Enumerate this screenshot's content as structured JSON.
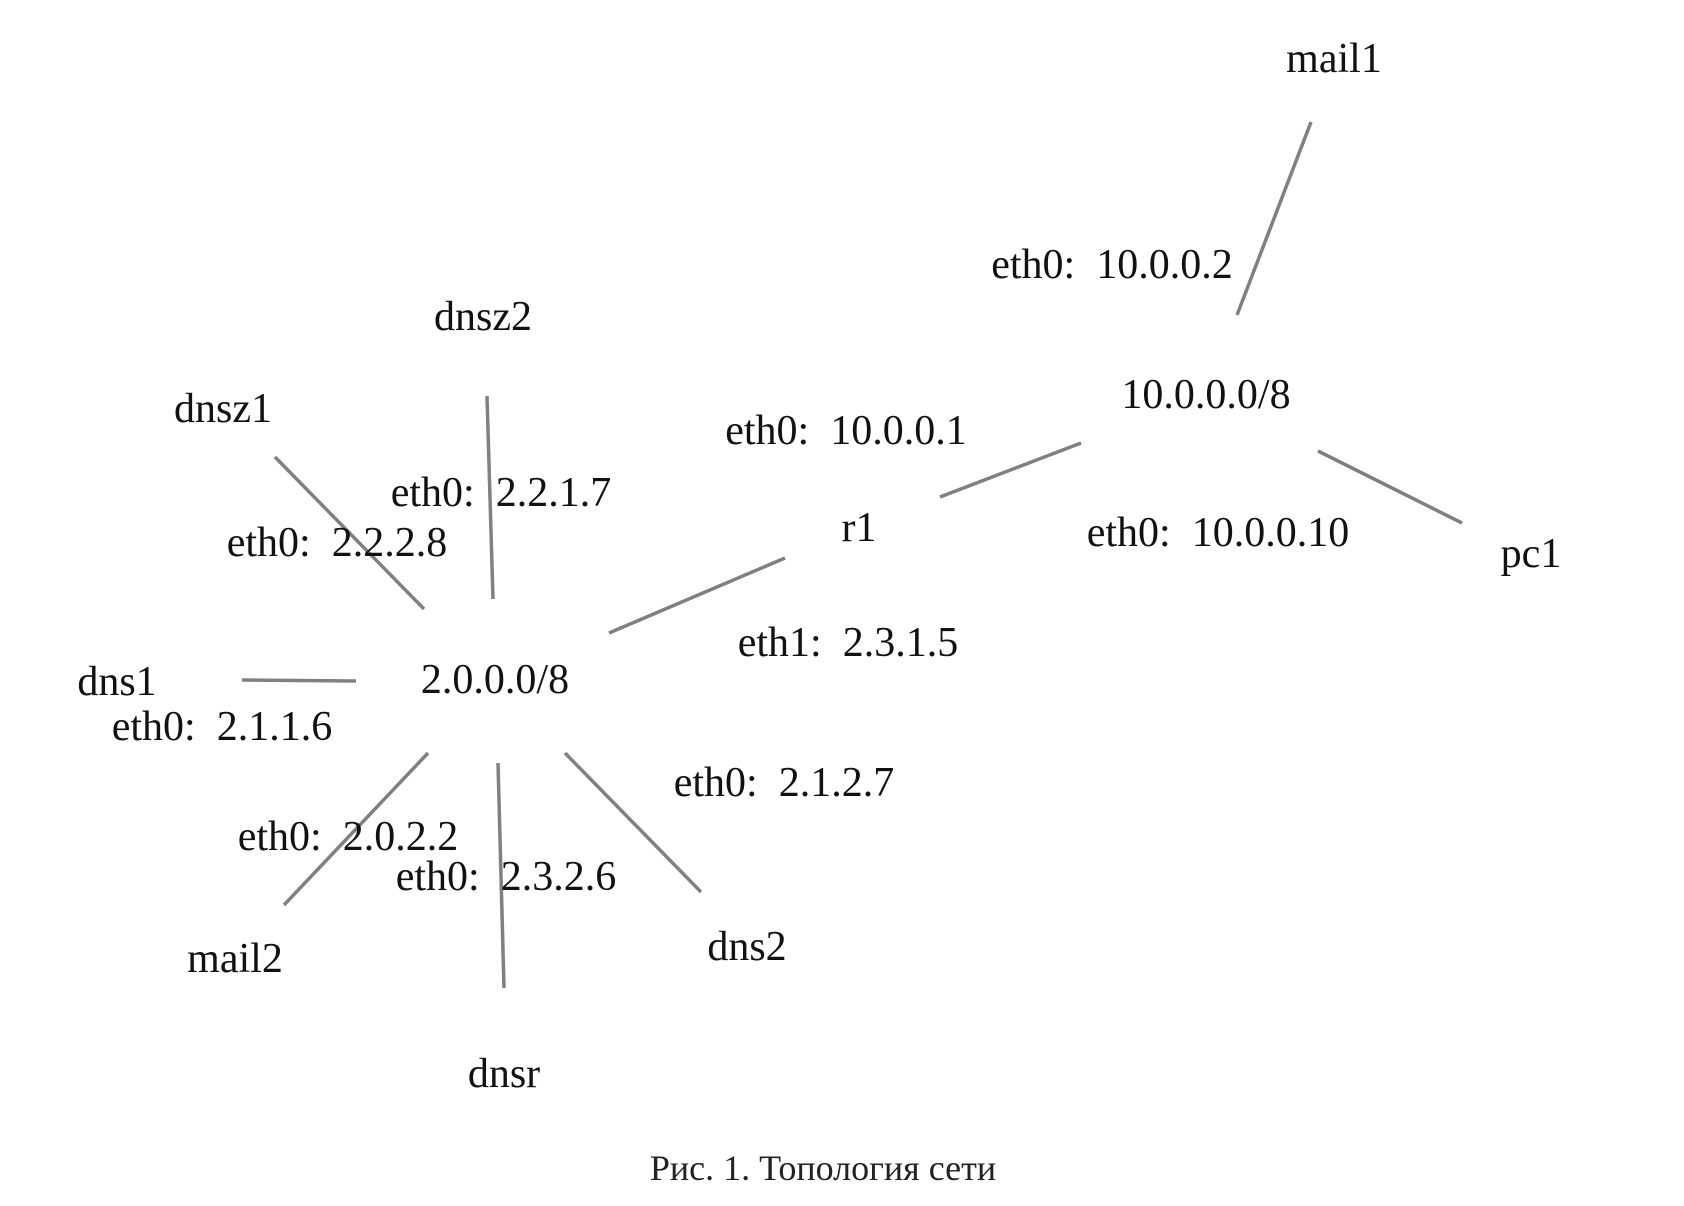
{
  "diagram": {
    "caption": "Рис. 1. Топология сети",
    "link_color": "#808080",
    "nodes": {
      "mail1": "mail1",
      "net10": "10.0.0.0/8",
      "pc1": "pc1",
      "r1": "r1",
      "net2": "2.0.0.0/8",
      "dnsz2": "dnsz2",
      "dnsz1": "dnsz1",
      "dns1": "dns1",
      "mail2": "mail2",
      "dnsr": "dnsr",
      "dns2": "dns2"
    },
    "interfaces": {
      "mail1": "eth0:  10.0.0.2",
      "r1_eth0": "eth0:  10.0.0.1",
      "pc1": "eth0:  10.0.0.10",
      "r1_eth1": "eth1:  2.3.1.5",
      "dnsz2": "eth0:  2.2.1.7",
      "dnsz1": "eth0:  2.2.2.8",
      "dns1": "eth0:  2.1.1.6",
      "dns2": "eth0:  2.1.2.7",
      "mail2": "eth0:  2.0.2.2",
      "dnsr": "eth0:  2.3.2.6"
    }
  }
}
